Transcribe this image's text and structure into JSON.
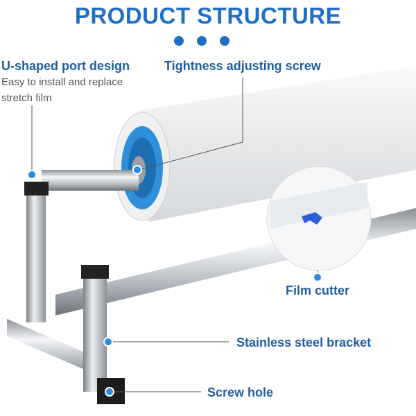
{
  "title": "PRODUCT STRUCTURE",
  "callouts": {
    "u_port": {
      "label": "U-shaped port design",
      "desc_line1": "Easy to install and replace",
      "desc_line2": "stretch film"
    },
    "screw": {
      "label": "Tightness adjusting screw"
    },
    "cutter": {
      "label": "Film cutter"
    },
    "bracket": {
      "label": "Stainless steel bracket"
    },
    "hole": {
      "label": "Screw hole"
    }
  },
  "colors": {
    "accent": "#1f6fc4",
    "label": "#1e5e9e",
    "callout_dot": "#2a8be0"
  }
}
